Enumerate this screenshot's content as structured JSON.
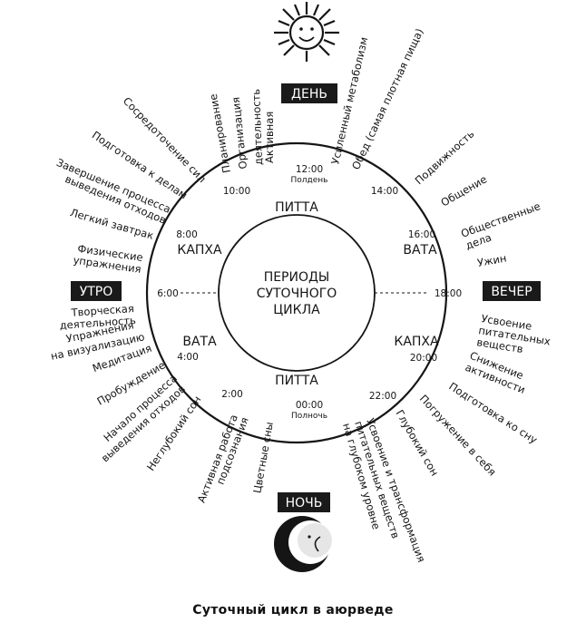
{
  "caption": "Суточный цикл в аюрведе",
  "center": [
    "ПЕРИОДЫ",
    "СУТОЧНОГО",
    "ЦИКЛА"
  ],
  "periods": {
    "day": "ДЕНЬ",
    "night": "НОЧЬ",
    "morning": "УТРО",
    "evening": "ВЕЧЕР"
  },
  "doshas": {
    "pitta_day": "ПИТТА",
    "vata_day": "ВАТА",
    "kapha_evening": "КАПХА",
    "pitta_night": "ПИТТА",
    "vata_night": "ВАТА",
    "kapha_morning": "КАПХА"
  },
  "times": {
    "t1200": "12:00",
    "noon": "Полдень",
    "t1400": "14:00",
    "t1600": "16:00",
    "t1800": "18:00",
    "t2000": "20:00",
    "t2200": "22:00",
    "t0000": "00:00",
    "midnight": "Полночь",
    "t0200": "2:00",
    "t0400": "4:00",
    "t0600": "6:00",
    "t0800": "8:00",
    "t1000": "10:00"
  },
  "activities": {
    "a01": "Усиленный метаболизм",
    "a02": "Обед (самая плотная пища)",
    "a03": "Подвижность",
    "a04": "Общение",
    "a05a": "Общественные",
    "a05b": "дела",
    "a06": "Ужин",
    "a07a": "Усвоение",
    "a07b": "питательных",
    "a07c": "веществ",
    "a08a": "Снижение",
    "a08b": "активности",
    "a09": "Подготовка ко сну",
    "a10": "Погружение в себя",
    "a11": "Глубокий сон",
    "a12a": "Усвоение и трансформация",
    "a12b": "питательных веществ",
    "a12c": "на глубоком уровне",
    "a13": "Цветные сны",
    "a14a": "Активная работа",
    "a14b": "подсознания",
    "a15": "Неглубокий сон",
    "a16a": "Начало процесса",
    "a16b": "выведения отходов",
    "a17": "Пробуждение",
    "a18": "Медитация",
    "a19a": "Упражнения",
    "a19b": "на визуализацию",
    "a20a": "Творческая",
    "a20b": "деятельность",
    "a21a": "Физические",
    "a21b": "упражнения",
    "a22": "Легкий завтрак",
    "a23a": "Завершение процесса",
    "a23b": "выведения отходов",
    "a24": "Подготовка к делам",
    "a25": "Сосредоточение сил",
    "a26": "Планирование",
    "a27": "Организация",
    "a28a": "Активная",
    "a28b": "деятельность"
  },
  "icons": {
    "top": "sun-icon",
    "bottom": "moon-icon"
  },
  "colors": {
    "ink": "#151515",
    "paper": "#ffffff",
    "label_bg": "#1a1a1a",
    "label_text": "#ffffff"
  }
}
